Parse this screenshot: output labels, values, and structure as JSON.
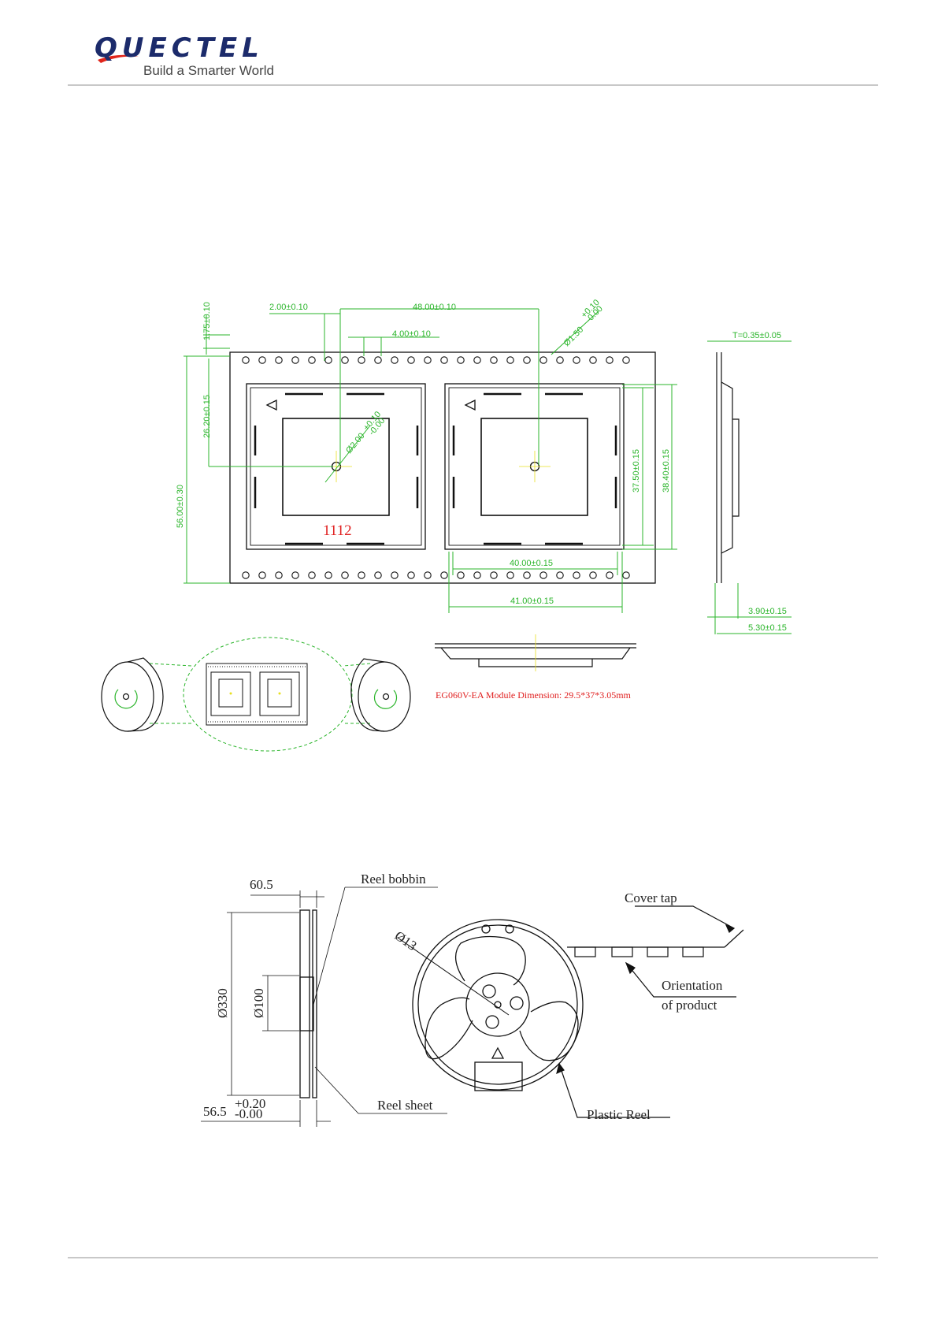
{
  "header": {
    "brand": "QUECTEL",
    "tagline": "Build a Smarter World",
    "colors": {
      "brand": "#1c2b6b",
      "accent": "#e1251b",
      "rule": "#c8c8c8"
    }
  },
  "tape_drawing": {
    "colors": {
      "dimension": "#2bb52b",
      "outline": "#111111",
      "marking": "#e02020"
    },
    "dimensions": {
      "top_hole_offset": "1.75±0.10",
      "hole_to_center": "2.00±0.10",
      "pitch": "48.00±0.10",
      "hole_pitch": "4.00±0.10",
      "hole_dia": "Ø1.50",
      "hole_dia_tol": "+0.10",
      "hole_dia_tol2": "-0.00",
      "center_hole": "Ø2.00",
      "center_hole_tol": "+0.10",
      "center_hole_tol2": "-0.00",
      "center_offset": "26.20±0.15",
      "tape_width": "56.00±0.30",
      "pocket_inner": "37.50±0.15",
      "pocket_outer": "38.40±0.15",
      "pocket_width": "40.00±0.15",
      "pocket_width_outer": "41.00±0.15",
      "thickness": "T=0.35±0.05",
      "depth_inner": "3.90±0.15",
      "depth_outer": "5.30±0.15"
    },
    "part_marking": "1112",
    "module_note": "EG060V-EA Module Dimension: 29.5*37*3.05mm"
  },
  "reel_drawing": {
    "labels": {
      "reel_bobbin": "Reel bobbin",
      "cover_tape": "Cover tap",
      "orientation_1": "Orientation",
      "orientation_2": "of product",
      "reel_sheet": "Reel sheet",
      "plastic_reel": "Plastic Reel"
    },
    "dimensions": {
      "hub_width": "60.5",
      "outer_dia": "Ø330",
      "hub_dia": "Ø100",
      "bore": "Ø13",
      "flange_width": "56.5",
      "tol_plus": "+0.20",
      "tol_minus": "-0.00"
    }
  }
}
